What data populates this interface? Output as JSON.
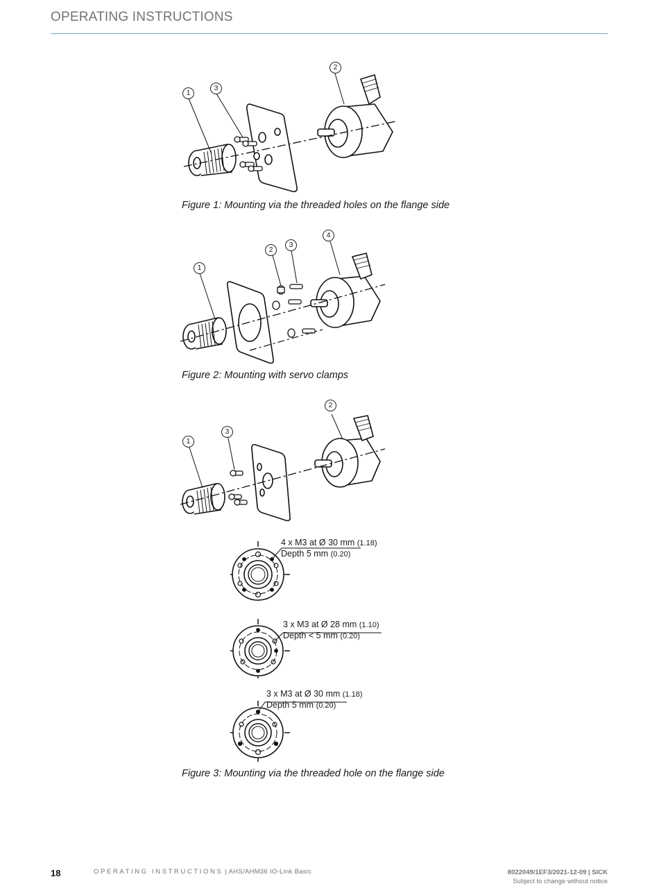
{
  "header": {
    "title": "OPERATING INSTRUCTIONS"
  },
  "figures": [
    {
      "caption": "Figure 1: Mounting via the threaded holes on the flange side",
      "callouts": [
        "1",
        "2",
        "3"
      ]
    },
    {
      "caption": "Figure 2: Mounting with servo clamps",
      "callouts": [
        "1",
        "2",
        "3",
        "4"
      ]
    },
    {
      "caption": "Figure 3: Mounting via the threaded hole on the flange side",
      "callouts": [
        "1",
        "2",
        "3"
      ]
    }
  ],
  "flange_details": [
    {
      "line1": "4 x M3 at Ø 30 mm",
      "line1_unit": "(1.18)",
      "line2": "Depth 5 mm",
      "line2_unit": "(0.20)"
    },
    {
      "line1": "3 x M3 at Ø 28 mm",
      "line1_unit": "(1.10)",
      "line2": "Depth < 5 mm",
      "line2_unit": "(0.20)"
    },
    {
      "line1": "3 x M3 at Ø 30 mm",
      "line1_unit": "(1.18)",
      "line2": "Depth 5 mm",
      "line2_unit": "(0.20)"
    }
  ],
  "footer": {
    "page_number": "18",
    "doc_type": "OPERATING INSTRUCTIONS",
    "separator": " | ",
    "product": "AHS/AHM36 IO-Link Basic",
    "doc_code": "8022049/1EF3/2021-12-09 | SICK",
    "notice": "Subject to change without notice"
  }
}
